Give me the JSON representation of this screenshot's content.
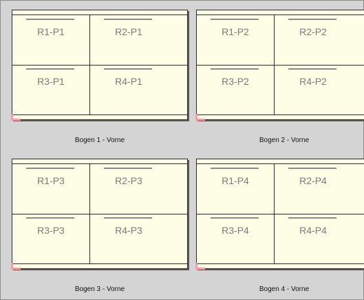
{
  "sheets": [
    {
      "caption": "Bogen 1 - Vorne",
      "pages": [
        "R1-P1",
        "R2-P1",
        "R3-P1",
        "R4-P1"
      ]
    },
    {
      "caption": "Bogen 2 - Vorne",
      "pages": [
        "R1-P2",
        "R2-P2",
        "R3-P2",
        "R4-P2"
      ]
    },
    {
      "caption": "Bogen 3 - Vorne",
      "pages": [
        "R1-P3",
        "R2-P3",
        "R3-P3",
        "R4-P3"
      ]
    },
    {
      "caption": "Bogen 4 - Vorne",
      "pages": [
        "R1-P4",
        "R2-P4",
        "R3-P4",
        "R4-P4"
      ]
    }
  ],
  "colors": {
    "background": "#d4d4d4",
    "sheet": "#fefee6",
    "corner_mark": "#f0a0a0"
  }
}
